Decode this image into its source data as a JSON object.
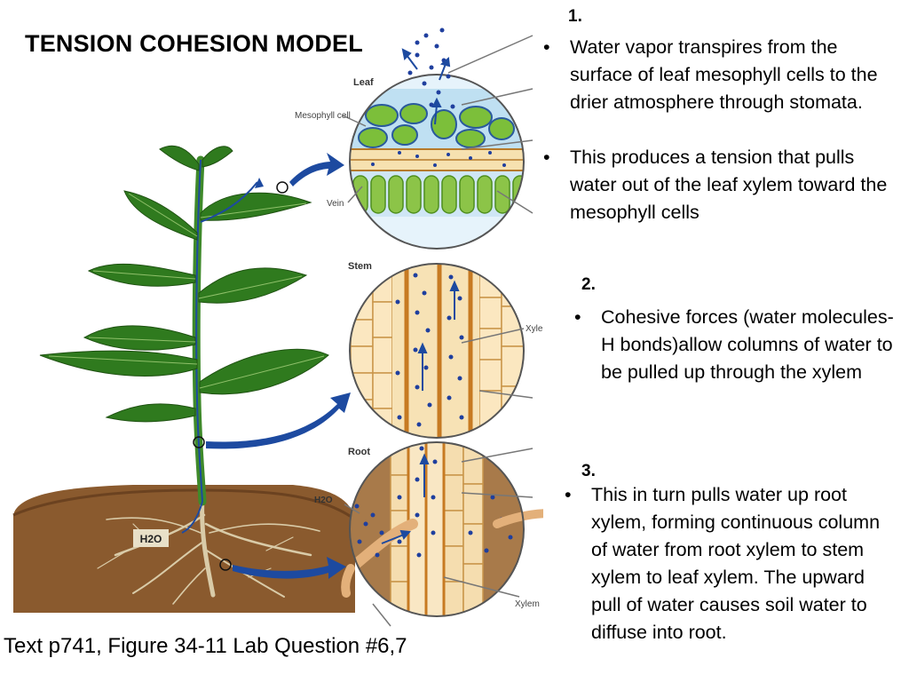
{
  "title": "TENSION COHESION MODEL",
  "caption": "Text p741, Figure 34-11  Lab Question #6,7",
  "figure": {
    "labels": {
      "leaf": "Leaf",
      "mesophyll": "Mesophyll cell",
      "vein": "Vein",
      "stem": "Stem",
      "xylem_stem": "Xylem",
      "root": "Root",
      "h2o_root": "H2O",
      "xylem_root": "Xylem",
      "h2o_soil": "H2O"
    }
  },
  "steps": [
    {
      "number": "1.",
      "bullets": [
        "Water vapor transpires from the surface of leaf mesophyll cells to the drier atmosphere through stomata.",
        "This produces a tension that pulls water out of the leaf xylem toward the mesophyll cells"
      ]
    },
    {
      "number": "2.",
      "bullets": [
        "Cohesive forces (water molecules- H bonds)allow columns of water to be pulled up through the xylem"
      ]
    },
    {
      "number": "3.",
      "bullets": [
        "This in turn pulls water up root xylem, forming continuous column of water from root xylem to stem xylem to leaf xylem.  The upward pull of water causes soil water to diffuse into root."
      ]
    }
  ],
  "colors": {
    "water_dot": "#1f3f9e",
    "arrow": "#1d4aa0",
    "leaf_green": "#2f7a1e",
    "soil": "#8a5a2e",
    "cell_tan": "#f3d9a6",
    "xylem_brown": "#c77a22"
  }
}
